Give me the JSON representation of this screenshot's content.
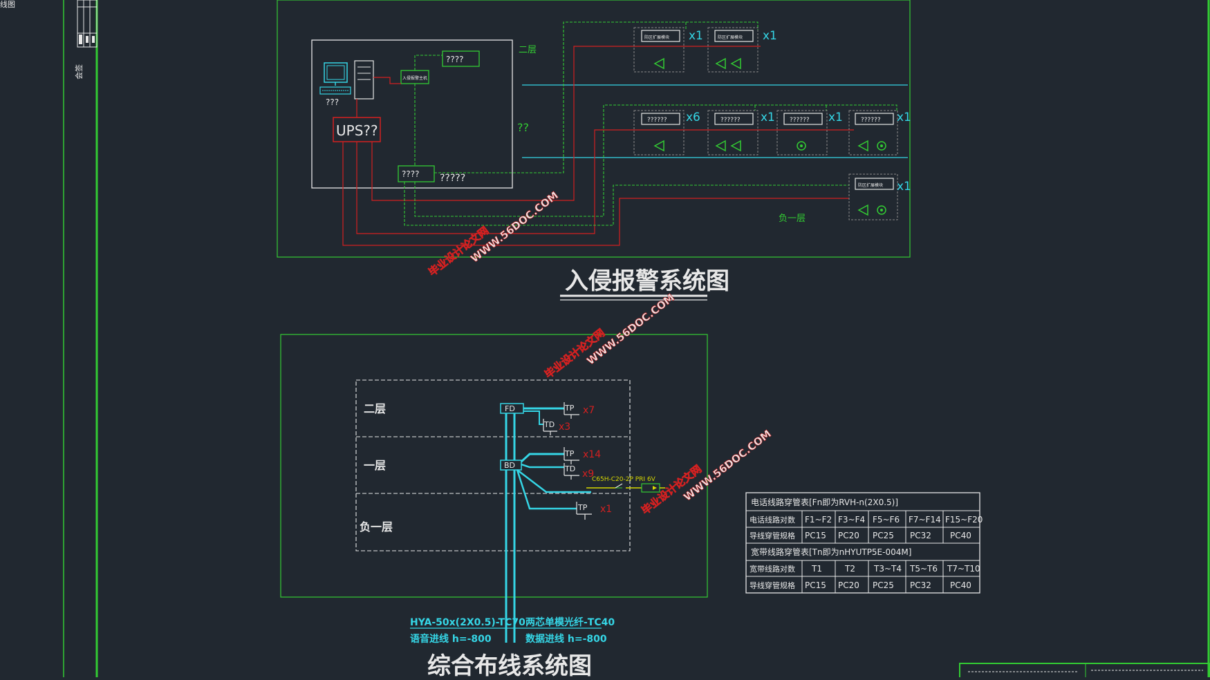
{
  "colors": {
    "background": "#212830",
    "frame": "#33cc33",
    "red": "#d42020",
    "cyan": "#35d6e6",
    "white": "#e8e8e8",
    "yellow": "#d8d800"
  },
  "sidebar": {
    "corner_label": "线图",
    "vertical_label": "会签"
  },
  "intrusion": {
    "title": "入侵报警系统图",
    "control_room": {
      "computer_label": "???",
      "ups_label": "UPS??",
      "top_module_label": "????",
      "controller_label": "入侵报警主机",
      "bottom_module_label": "????",
      "bottom_module_caption": "?????"
    },
    "floor_labels": {
      "second": "二层",
      "first": "??",
      "basement": "负一层"
    },
    "devices_second": [
      {
        "label": "防区扩展模块",
        "count": "x1"
      },
      {
        "label": "防区扩展模块",
        "count": "x1"
      }
    ],
    "devices_first": [
      {
        "label": "??????",
        "count": "x6"
      },
      {
        "label": "??????",
        "count": "x1"
      },
      {
        "label": "??????",
        "count": "x1"
      },
      {
        "label": "??????",
        "count": "x1"
      }
    ],
    "devices_basement": [
      {
        "label": "防区扩展模块",
        "count": "x1"
      }
    ]
  },
  "cabling": {
    "title": "综合布线系统图",
    "floors": [
      "二层",
      "一层",
      "负一层"
    ],
    "fd_label": "FD",
    "bd_label": "BD",
    "tp": "TP",
    "td": "TD",
    "counts": {
      "f2_tp": "x7",
      "f2_td": "x3",
      "f1_tp": "x14",
      "f1_td": "x9",
      "b1_tp": "x1"
    },
    "breaker_label": "C65H-C20-2P PRI 6V",
    "voice_cable": "HYA-50x(2X0.5)-TC70",
    "voice_label": "语音进线  h=-800",
    "data_cable": "两芯单模光纤-TC40",
    "data_label": "数据进线  h=-800"
  },
  "table": {
    "phone_heading": "电话线路穿管表[Fn即为RVH-n(2X0.5)]",
    "phone_pairs_label": "电话线路对数",
    "phone_pairs": [
      "F1~F2",
      "F3~F4",
      "F5~F6",
      "F7~F14",
      "F15~F20"
    ],
    "conduit_label": "导线穿管规格",
    "phone_conduits": [
      "PC15",
      "PC20",
      "PC25",
      "PC32",
      "PC40"
    ],
    "broadband_heading": "宽带线路穿管表[Tn即为nHYUTP5E-004M]",
    "broadband_pairs_label": "宽带线路对数",
    "broadband_pairs": [
      "T1",
      "T2",
      "T3~T4",
      "T5~T6",
      "T7~T10"
    ],
    "broadband_conduits": [
      "PC15",
      "PC20",
      "PC25",
      "PC32",
      "PC40"
    ]
  },
  "watermark": {
    "site": "毕业设计论文网",
    "url": "WWW.56DOC.COM"
  }
}
